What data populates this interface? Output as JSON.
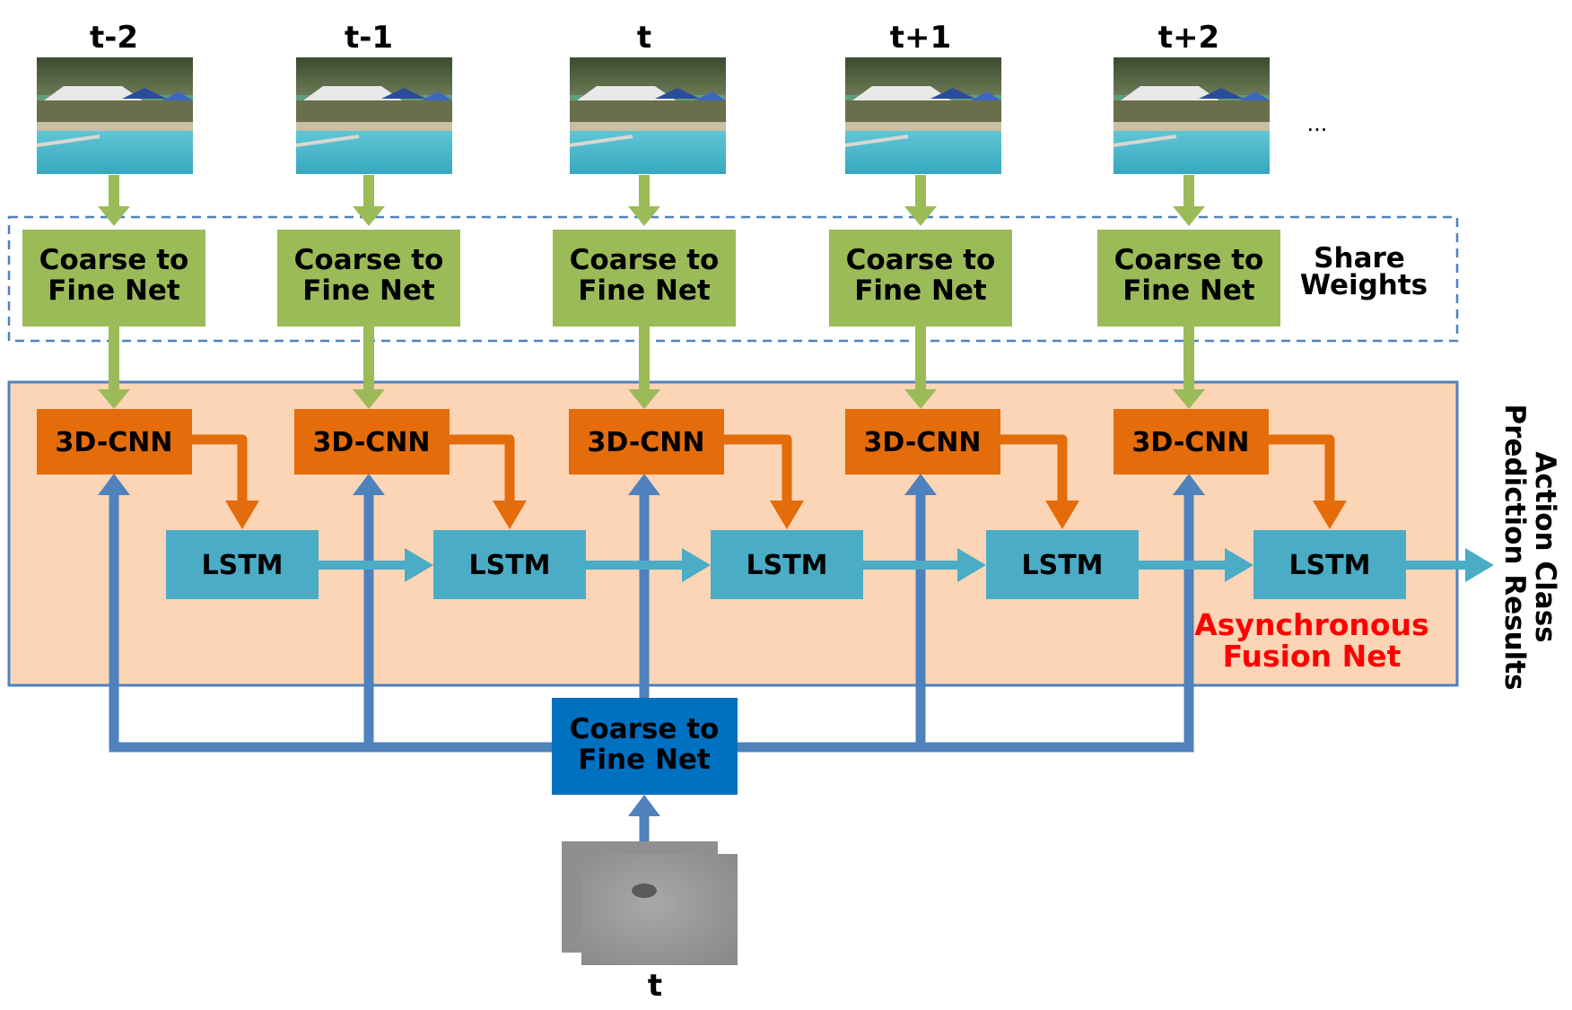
{
  "time_labels": [
    "t-2",
    "t-1",
    "t",
    "t+1",
    "t+2"
  ],
  "ellipsis": "...",
  "rgb_net_label": [
    "Coarse to",
    "Fine Net"
  ],
  "share_weights": [
    "Share",
    "Weights"
  ],
  "cnn_label": "3D-CNN",
  "lstm_label": "LSTM",
  "fusion_label": [
    "Asynchronous",
    "Fusion Net"
  ],
  "output_label": [
    "Action  Class",
    "Prediction Results"
  ],
  "flow_net_label": [
    "Coarse to",
    "Fine Net"
  ],
  "flow_time_label": "t",
  "colors": {
    "green": "#9bbb59",
    "orange": "#e46c0a",
    "lstm": "#4bacc6",
    "blue": "#4f81bd",
    "dark_blue": "#0070c0",
    "fusion_bg": "#fbd5b5",
    "red": "#ff0000"
  }
}
